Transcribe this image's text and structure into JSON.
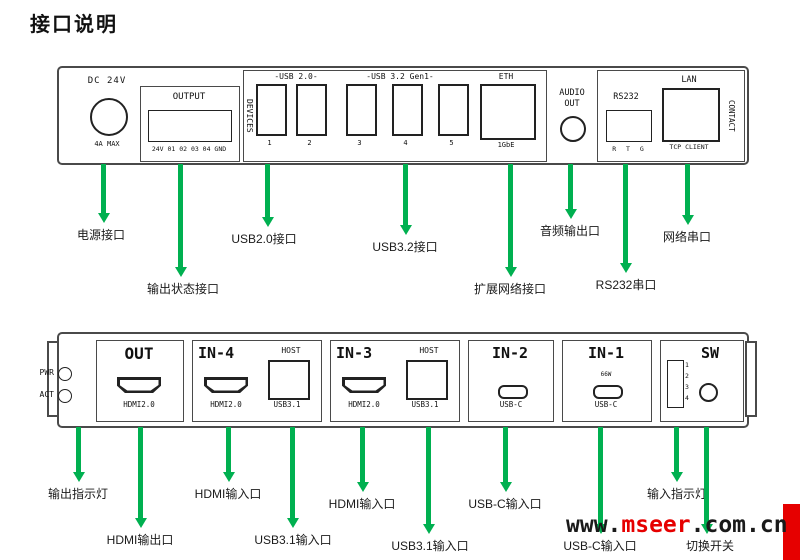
{
  "title": "接口说明",
  "colors": {
    "arrow_green": "#00b050",
    "brand_red": "#e60000",
    "panel_border": "#4a4a4a"
  },
  "top_panel": {
    "dc_label": "DC 24V",
    "dc_max": "4A MAX",
    "output_label": "OUTPUT",
    "output_pins": "24V 01 02 03 04 GND",
    "devices_label": "DEVICES",
    "usb2_group_label": "-USB 2.0-",
    "usb3_group_label": "-USB 3.2 Gen1-",
    "eth_group_label": "ETH",
    "port_numbers": [
      "1",
      "2",
      "3",
      "4",
      "5"
    ],
    "eth_port_label": "1GbE",
    "audio_label": "AUDIO OUT",
    "rs232_label": "RS232",
    "rs232_pins": "R T G",
    "lan_label": "LAN",
    "lan_mode": "TCP CLIENT",
    "contact_label": "CONTACT"
  },
  "bottom_panel": {
    "led_pwr": "PWR",
    "led_act": "ACT",
    "out_title": "OUT",
    "out_hdmi": "HDMI2.0",
    "in4_title": "IN-4",
    "in4_host": "HOST",
    "in4_hdmi": "HDMI2.0",
    "in4_usb": "USB3.1",
    "in3_title": "IN-3",
    "in3_host": "HOST",
    "in3_hdmi": "HDMI2.0",
    "in3_usb": "USB3.1",
    "in2_title": "IN-2",
    "in2_usbc": "USB-C",
    "in1_title": "IN-1",
    "in1_power": "66W",
    "in1_usbc": "USB-C",
    "sw_title": "SW",
    "dip_numbers": [
      "1",
      "2",
      "3",
      "4"
    ]
  },
  "callouts_top": [
    {
      "label": "电源接口"
    },
    {
      "label": "输出状态接口"
    },
    {
      "label": "USB2.0接口"
    },
    {
      "label": "USB3.2接口"
    },
    {
      "label": "扩展网络接口"
    },
    {
      "label": "音频输出口"
    },
    {
      "label": "RS232串口"
    },
    {
      "label": "网络串口"
    }
  ],
  "callouts_bottom": [
    {
      "label": "输出指示灯"
    },
    {
      "label": "HDMI输出口"
    },
    {
      "label": "HDMI输入口"
    },
    {
      "label": "USB3.1输入口"
    },
    {
      "label": "HDMI输入口"
    },
    {
      "label": "USB3.1输入口"
    },
    {
      "label": "USB-C输入口"
    },
    {
      "label": "USB-C输入口"
    },
    {
      "label": "输入指示灯"
    },
    {
      "label": "切换开关"
    }
  ],
  "watermark": {
    "prefix": "www.",
    "brand": "mseer",
    "suffix": ".com.cn"
  }
}
